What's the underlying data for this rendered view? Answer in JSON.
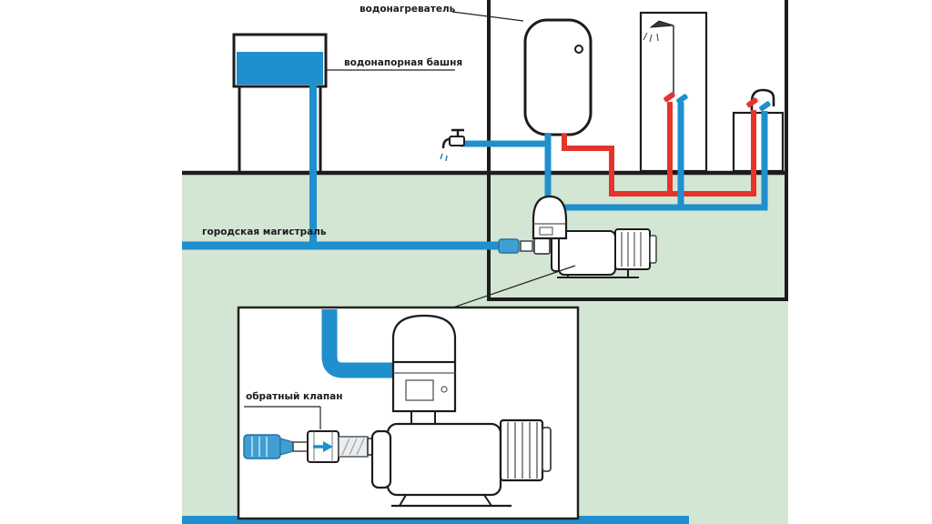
{
  "diagram": {
    "labels": {
      "water_heater": "водонагреватель",
      "water_tower": "водонапорная башня",
      "city_main": "городская магистраль",
      "check_valve": "обратный клапан"
    }
  },
  "colors": {
    "pipe_blue": "#1f8fce",
    "pipe_red": "#e5342a",
    "ground_green": "#d3e5d3",
    "outline": "#1c1c1e",
    "fitting_blue": "#3f9fd4",
    "metal_grey": "#e9edf0"
  }
}
